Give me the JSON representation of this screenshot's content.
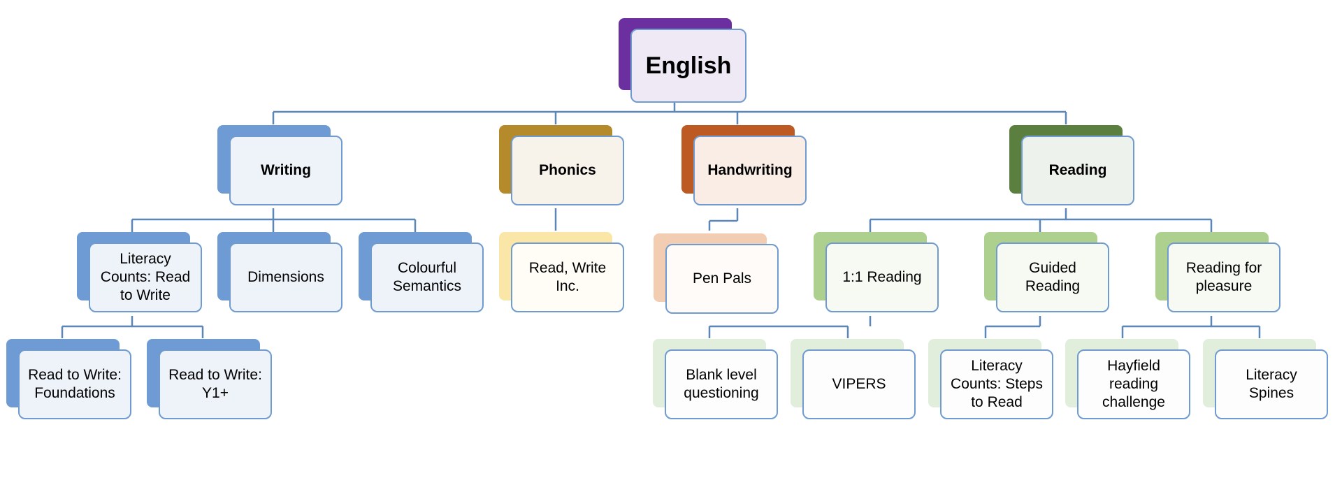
{
  "root": {
    "label": "English",
    "tab_color": "#6b2fa0",
    "card_color": "#efe9f6"
  },
  "branches": {
    "writing": {
      "label": "Writing",
      "tab_color": "#6f9bd5",
      "card_color": "#eef3fa"
    },
    "phonics": {
      "label": "Phonics",
      "tab_color": "#b48a2a",
      "card_color": "#f8f3ea"
    },
    "handwriting": {
      "label": "Handwriting",
      "tab_color": "#bd5a23",
      "card_color": "#f9ede6"
    },
    "reading": {
      "label": "Reading",
      "tab_color": "#5b7f3e",
      "card_color": "#eef2ec"
    }
  },
  "level2": {
    "literacy_counts": {
      "label": "Literacy Counts: Read to Write",
      "tab_color": "#6f9bd5",
      "card_color": "#eef3fa"
    },
    "dimensions": {
      "label": "Dimensions",
      "tab_color": "#6f9bd5",
      "card_color": "#eef3fa"
    },
    "colourful_semantics": {
      "label": "Colourful Semantics",
      "tab_color": "#6f9bd5",
      "card_color": "#eef3fa"
    },
    "read_write_inc": {
      "label": "Read, Write Inc.",
      "tab_color": "#fae6a6",
      "card_color": "#fffdf6"
    },
    "pen_pals": {
      "label": "Pen Pals",
      "tab_color": "#f2cdb2",
      "card_color": "#fffbf8"
    },
    "one_to_one_reading": {
      "label": "1:1 Reading",
      "tab_color": "#add08f",
      "card_color": "#f6faf3"
    },
    "guided_reading": {
      "label": "Guided Reading",
      "tab_color": "#add08f",
      "card_color": "#f6faf3"
    },
    "reading_for_pleasure": {
      "label": "Reading for pleasure",
      "tab_color": "#add08f",
      "card_color": "#f6faf3"
    }
  },
  "level3": {
    "rtw_foundations": {
      "label": "Read to Write: Foundations",
      "tab_color": "#6f9bd5",
      "card_color": "#eef3fa"
    },
    "rtw_y1": {
      "label": "Read to Write: Y1+",
      "tab_color": "#6f9bd5",
      "card_color": "#eef3fa"
    },
    "blank_level": {
      "label": "Blank level questioning",
      "tab_color": "#e1eedb",
      "card_color": "#fcfdfc"
    },
    "vipers": {
      "label": "VIPERS",
      "tab_color": "#e1eedb",
      "card_color": "#fcfdfc"
    },
    "steps_to_read": {
      "label": "Literacy Counts: Steps to Read",
      "tab_color": "#e1eedb",
      "card_color": "#fcfdfc"
    },
    "hayfield": {
      "label": "Hayfield reading challenge",
      "tab_color": "#e1eedb",
      "card_color": "#fcfdfc"
    },
    "literacy_spines": {
      "label": "Literacy Spines",
      "tab_color": "#e1eedb",
      "card_color": "#fcfdfc"
    }
  }
}
